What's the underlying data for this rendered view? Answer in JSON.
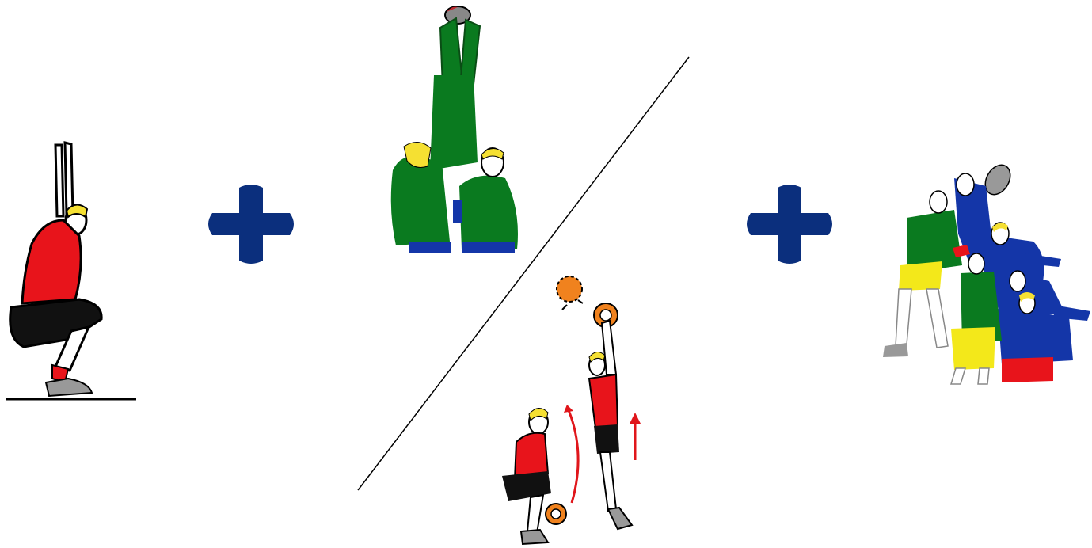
{
  "scene": {
    "background": "#ffffff",
    "figures": [
      {
        "id": "squat-overhead",
        "icon": "squatting-player-arms-up"
      },
      {
        "id": "plus-1",
        "icon": "plus-icon"
      },
      {
        "id": "lineout-lift",
        "icon": "lineout-lift-players"
      },
      {
        "id": "divider",
        "icon": "diagonal-line"
      },
      {
        "id": "ball-throw",
        "icon": "squat-to-jump-ball-throw"
      },
      {
        "id": "plus-2",
        "icon": "plus-icon"
      },
      {
        "id": "maul",
        "icon": "maul-players-group"
      }
    ],
    "colors": {
      "plus": "#0b2f7d",
      "jersey_red": "#e8141b",
      "jersey_green": "#0a7a1f",
      "jersey_blue": "#1436a8",
      "shorts_yellow": "#f3e81a",
      "skin": "#ffffff",
      "hair": "#f5e032",
      "ball": "#f0821e",
      "arrow": "#e0161b",
      "line": "#000000"
    }
  }
}
